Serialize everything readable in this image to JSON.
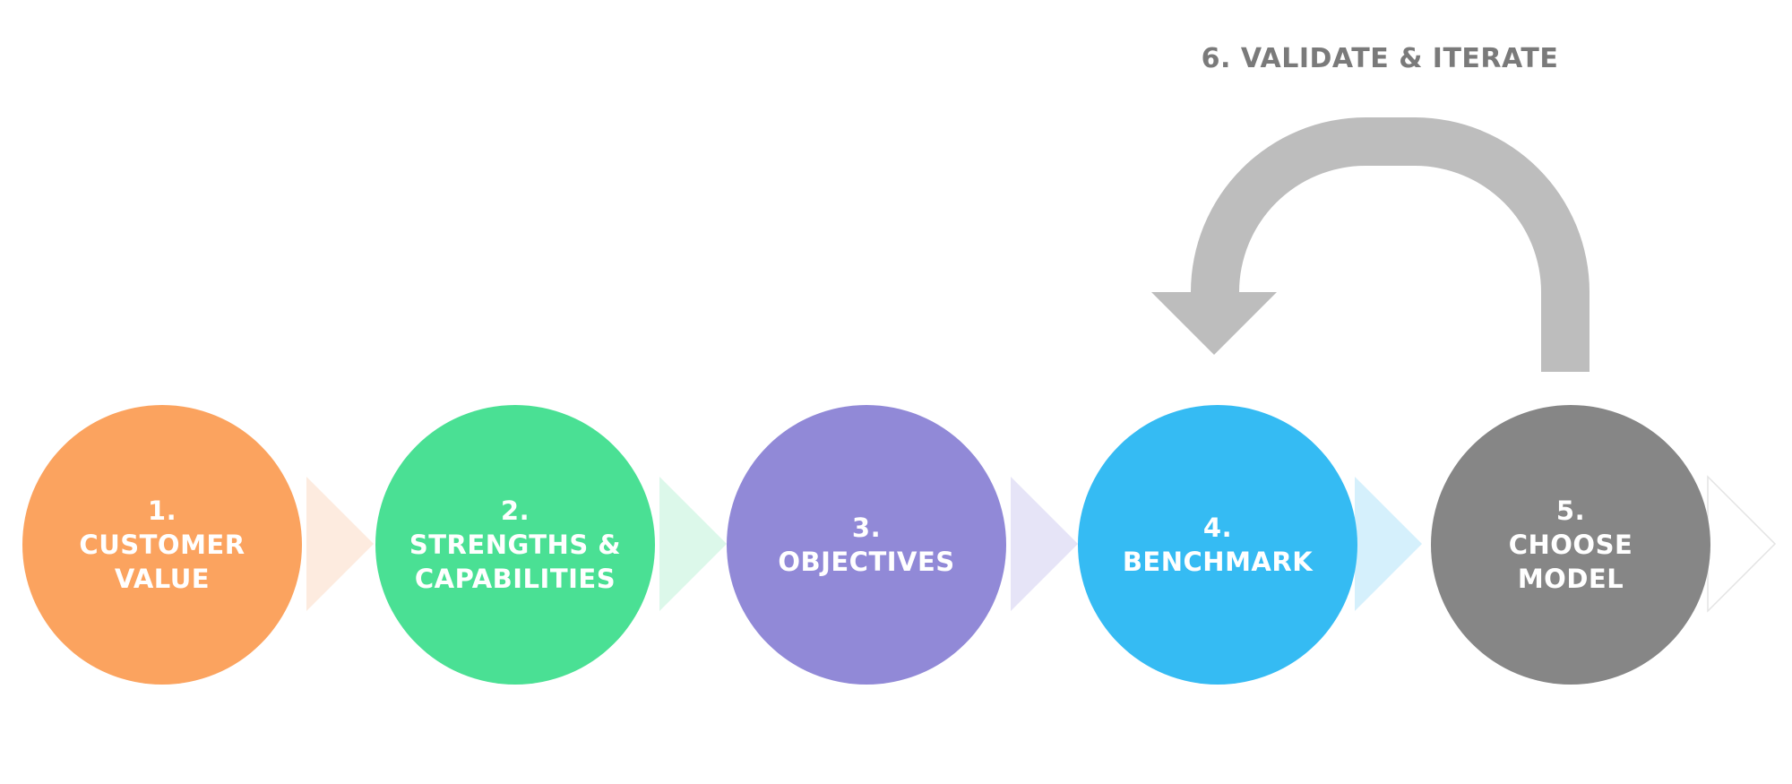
{
  "loop": {
    "label": "6. VALIDATE & ITERATE",
    "color": "#bdbdbd",
    "label_color": "#7a7a7a"
  },
  "steps": [
    {
      "number": "1.",
      "line1": "CUSTOMER",
      "line2": "VALUE",
      "color": "#fba35f",
      "arrow_color": "#fdebdf"
    },
    {
      "number": "2.",
      "line1": "STRENGTHS &",
      "line2": "CAPABILITIES",
      "color": "#4ae094",
      "arrow_color": "#dcf8ea"
    },
    {
      "number": "3.",
      "line1": "OBJECTIVES",
      "line2": "",
      "color": "#9189d7",
      "arrow_color": "#e6e4f7"
    },
    {
      "number": "4.",
      "line1": "BENCHMARK",
      "line2": "",
      "color": "#35bbf3",
      "arrow_color": "#d5f0fc"
    },
    {
      "number": "5.",
      "line1": "CHOOSE",
      "line2": "MODEL",
      "color": "#868686",
      "arrow_color": "#ffffff"
    }
  ]
}
